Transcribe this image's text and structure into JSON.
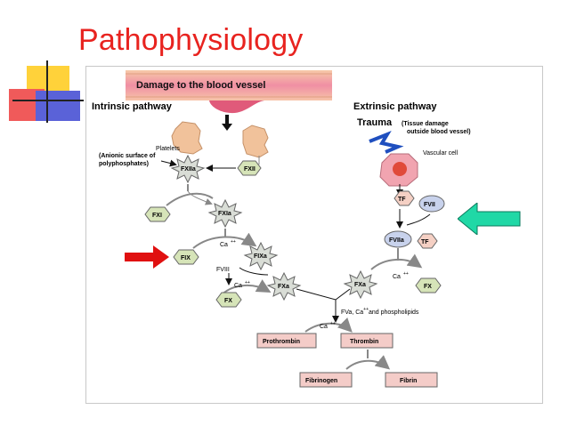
{
  "slide": {
    "title": "Pathophysiology"
  },
  "colors": {
    "title": "#e8231f",
    "hexagon": "#d6e4b8",
    "star": "#d9ddd6",
    "box": "#f4ccc8",
    "vessel": "#f1a4b0",
    "teal_arrow": "#20d8a6",
    "red_arrow": "#e01010"
  },
  "diagram": {
    "banner": "Damage to the blood vessel",
    "intrinsic": {
      "title": "Intrinsic pathway",
      "platelets": "Platelets",
      "anionic": [
        "(Anionic surface of",
        "polyphosphates)"
      ],
      "nodes": {
        "fxiia": "FXIIa",
        "fxii": "FXII",
        "fxi": "FXI",
        "fxia": "FXIa",
        "fix": "FIX",
        "fixa": "FIXa",
        "fviii": "FVIII",
        "fx": "FX",
        "fxa": "FXa"
      }
    },
    "extrinsic": {
      "title": "Extrinsic pathway",
      "trauma": "Trauma",
      "trauma_note": [
        "(Tissue damage",
        "outside blood vessel)"
      ],
      "vascular_cell": "Vascular cell",
      "nodes": {
        "tf": "TF",
        "fvii": "FVII",
        "fviia": "FVIIa",
        "tf2": "TF",
        "fxa": "FXa",
        "fx": "FX"
      }
    },
    "ca": "Ca",
    "ca_sup": "++",
    "cofactors": "FVa, Ca",
    "cofactors_tail": "and phospholipids",
    "prothrombin": "Prothrombin",
    "thrombin": "Thrombin",
    "fibrinogen": "Fibrinogen",
    "fibrin": "Fibrin"
  }
}
